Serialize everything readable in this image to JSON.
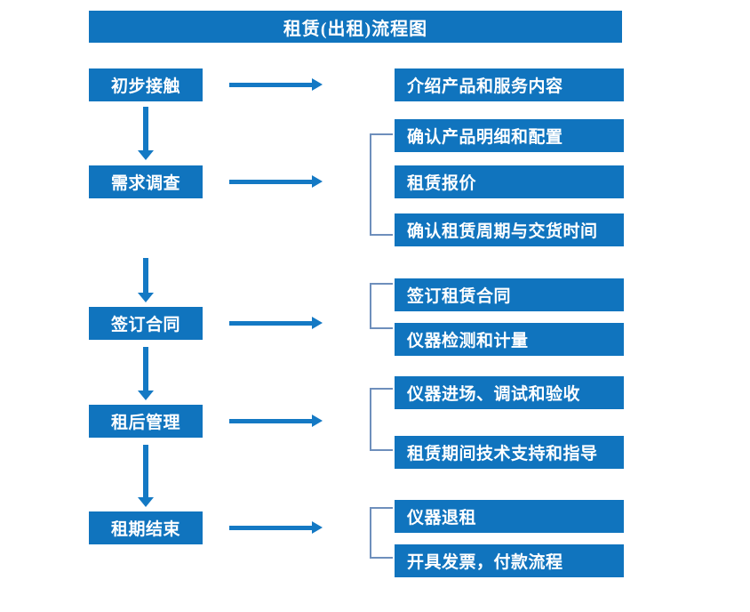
{
  "title": {
    "text": "租赁(出租)流程图"
  },
  "stages": [
    {
      "label": "初步接触"
    },
    {
      "label": "需求调查"
    },
    {
      "label": "签订合同"
    },
    {
      "label": "租后管理"
    },
    {
      "label": "租期结束"
    }
  ],
  "details": [
    {
      "label": "介绍产品和服务内容"
    },
    {
      "label": "确认产品明细和配置"
    },
    {
      "label": "租赁报价"
    },
    {
      "label": "确认租赁周期与交货时间"
    },
    {
      "label": "签订租赁合同"
    },
    {
      "label": "仪器检测和计量"
    },
    {
      "label": "仪器进场、调试和验收"
    },
    {
      "label": "租赁期间技术支持和指导"
    },
    {
      "label": "仪器退租"
    },
    {
      "label": "开具发票，付款流程"
    }
  ],
  "colors": {
    "box_fill": "#1074BE",
    "box_text": "#FFFFFF",
    "arrow": "#1479C4",
    "bracket": "#6E8FBC",
    "background": "#FFFFFF"
  },
  "connectors": {
    "horizontal_arrow_count": 5,
    "vertical_arrow_count": 4,
    "bracket_count": 4
  }
}
